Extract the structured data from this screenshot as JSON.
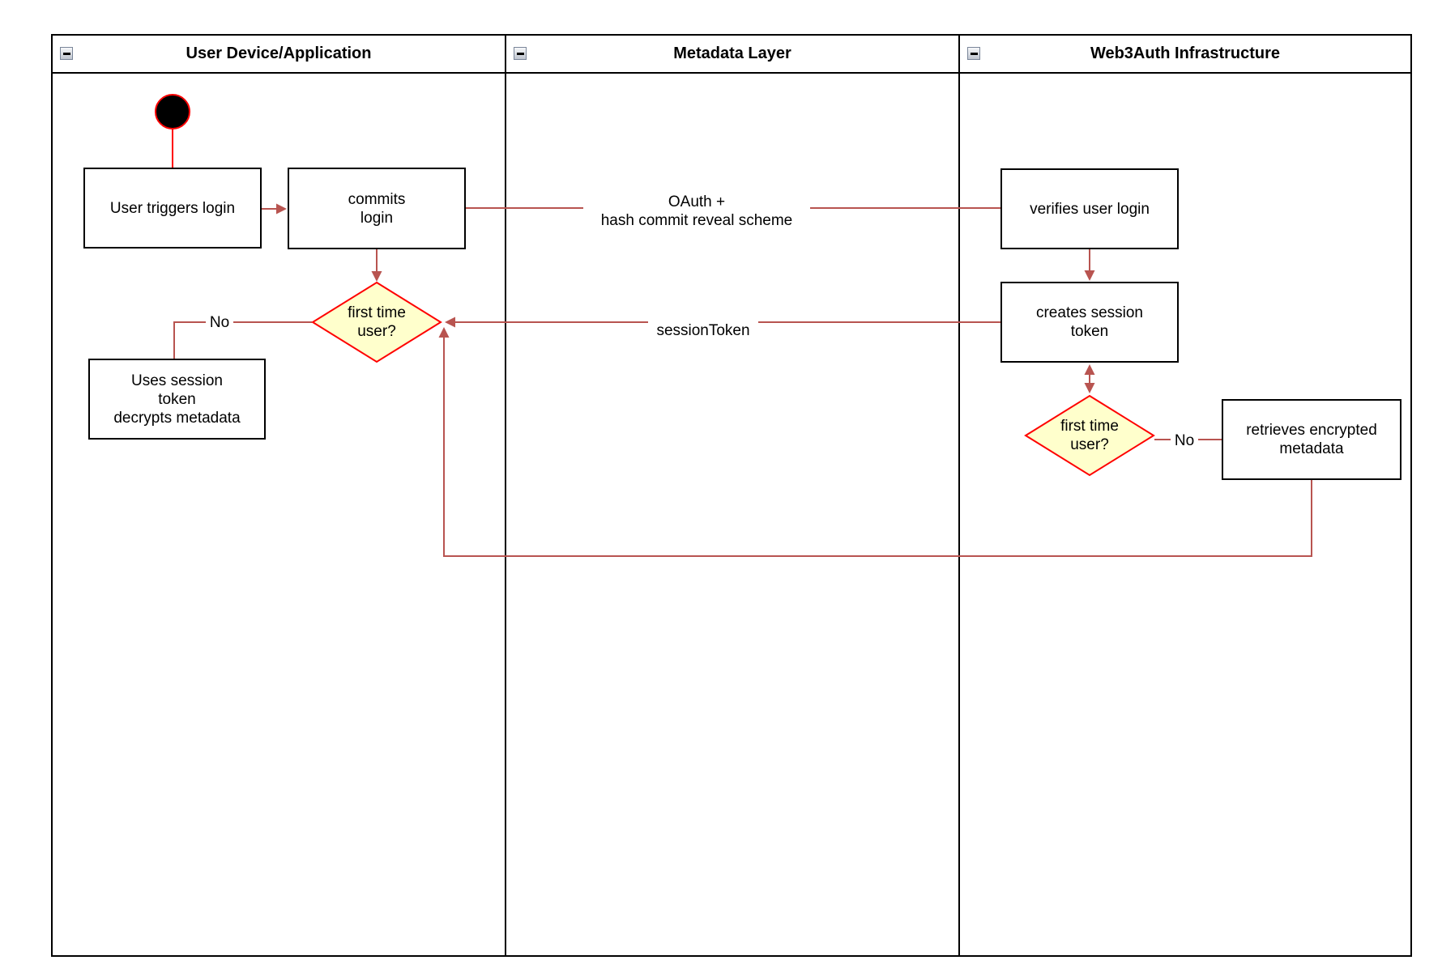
{
  "diagram": {
    "type": "swimlane-flowchart",
    "lanes": [
      {
        "title": "User Device/Application"
      },
      {
        "title": "Metadata Layer"
      },
      {
        "title": "Web3Auth Infrastructure"
      }
    ],
    "nodes": {
      "user_triggers_login": "User triggers login",
      "commits_login": "commits\nlogin",
      "first_time_user_decision_1": "first time\nuser?",
      "uses_session_token": "Uses session\ntoken\ndecrypts metadata",
      "verifies_user_login": "verifies user login",
      "creates_session_token": "creates session\ntoken",
      "first_time_user_decision_2": "first time\nuser?",
      "retrieves_encrypted_metadata": "retrieves encrypted\nmetadata"
    },
    "edge_labels": {
      "oauth": "OAuth +\nhash commit reveal scheme",
      "session_token": "sessionToken",
      "no_first_decision": "No",
      "no_second_decision": "No"
    },
    "colors": {
      "connector": "#b85450",
      "decision_fill": "#ffffcc",
      "decision_border": "#ff0000",
      "start_node_fill": "#000000",
      "start_node_border": "#ff0000",
      "shape_border": "#000000",
      "shape_fill": "#ffffff"
    }
  }
}
